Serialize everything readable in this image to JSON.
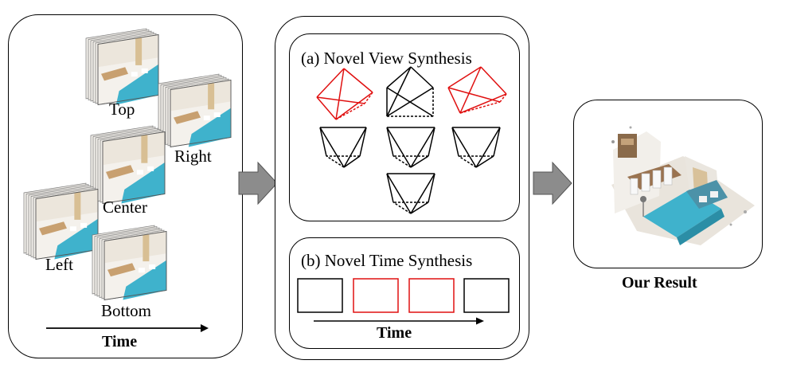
{
  "left_panel": {
    "views": [
      "Top",
      "Right",
      "Center",
      "Left",
      "Bottom"
    ],
    "time_label": "Time"
  },
  "middle_panel": {
    "view_synthesis_title": "(a) Novel View Synthesis",
    "time_synthesis_title": "(b) Novel Time Synthesis",
    "time_label": "Time"
  },
  "right_panel": {
    "result_label": "Our Result"
  },
  "colors": {
    "highlight": "#e01010",
    "line": "#000000",
    "arrow_fill": "#8c8c8c",
    "sofa": "#3fb2cc",
    "wood": "#c8a070"
  }
}
